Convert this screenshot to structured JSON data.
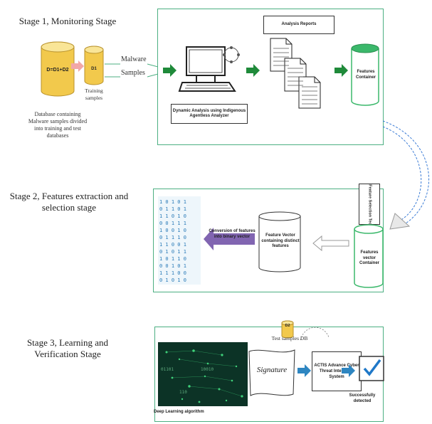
{
  "stage1": {
    "title": "Stage 1, Monitoring Stage",
    "db_main_label": "D=D1+D2",
    "db_train_label": "D1",
    "training_label": "Training samples",
    "malware_label": "Malware",
    "samples_label": "Samples",
    "db_caption": "Database containing Malware samples divided into training and test databases",
    "analyzer_label": "Dynamic Analysis using Indigenous Agentless Analyzer",
    "reports_label": "Analysis Reports",
    "features_container_label": "Features Container"
  },
  "stage2": {
    "title": "Stage 2, Features extraction and selection stage",
    "selection_label": "Feature Selection Technique",
    "vector_container_label": "Features vector Container",
    "feature_vector_label": "Feature Vector containing distinct features",
    "conversion_label": "Conversion of features into binary vector"
  },
  "stage3": {
    "title": "Stage 3, Learning and Verification Stage",
    "test_db_label": "D2",
    "test_samples_label": "Test samples DB",
    "signature_label": "Signature",
    "actis_label": "ACTIS Advance Cyber Threat Intelligent System",
    "detected_label": "Successfully detected",
    "deep_learning_label": "Deep Learning algorithm"
  },
  "colors": {
    "panel_border": "#4caf82",
    "green_arrow": "#1f8a3a",
    "db_yellow": "#f2c94c",
    "container_green": "#3bb86b",
    "blue_arrow": "#2e86c1",
    "conversion_arrow": "#6b4aa3"
  }
}
